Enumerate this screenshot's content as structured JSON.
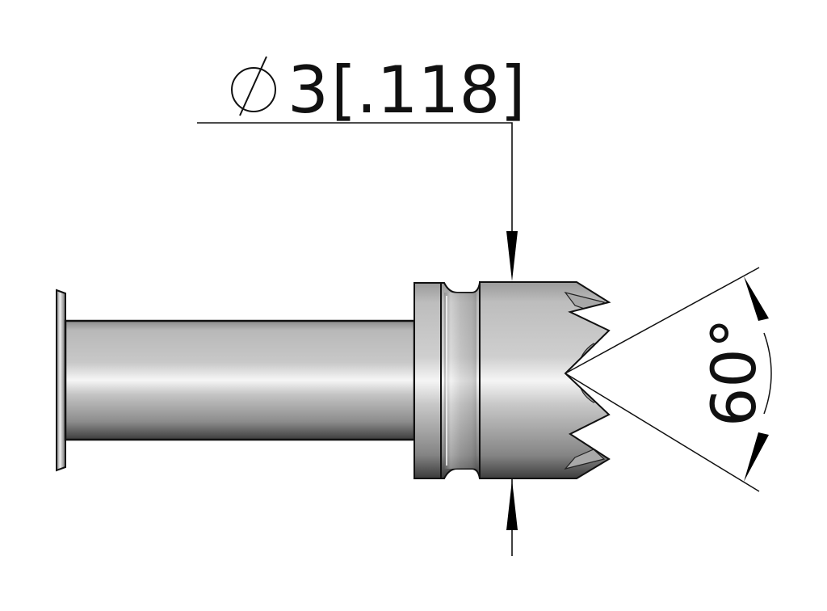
{
  "drawing": {
    "subject": "crown-tip pin / plunger side view",
    "diameter_dimension": {
      "symbol": "⌀",
      "metric_value": "3",
      "imperial_value": "[.118]"
    },
    "angle_dimension": {
      "value": "60°"
    }
  },
  "colors": {
    "background": "#ffffff",
    "line": "#111111",
    "metal_light": "#f4f4f4",
    "metal_mid": "#b4b4b4",
    "metal_dark": "#4a4a4a",
    "facet": "#a0a0a0"
  }
}
